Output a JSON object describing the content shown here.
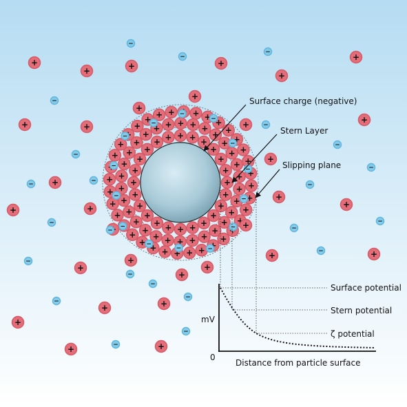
{
  "labels": {
    "surface_charge": "Surface charge (negative)",
    "stern_layer": "Stern Layer",
    "slipping_plane": "Slipping plane",
    "surface_potential": "Surface potential",
    "stern_potential": "Stern potential",
    "zeta_potential": "ζ potential",
    "axis_y": "mV",
    "axis_origin": "0",
    "axis_x": "Distance from particle surface"
  },
  "ion_symbols": {
    "positive": "+",
    "negative": "−"
  },
  "colors": {
    "background_top": "#b5dcf2",
    "background_bottom": "#ffffff",
    "positive_ion": "#e36d79",
    "negative_ion": "#83cbe9",
    "particle": "#a6cbd9"
  }
}
